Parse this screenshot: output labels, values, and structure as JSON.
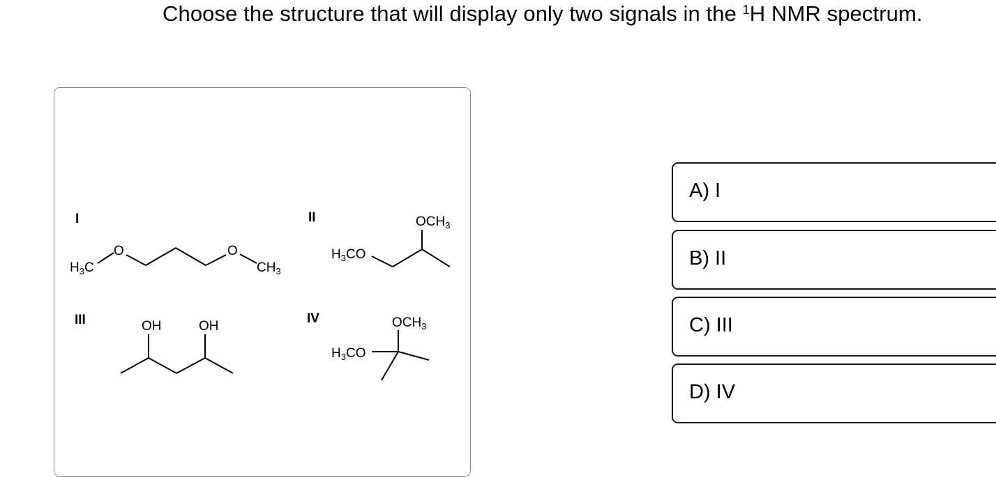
{
  "question": {
    "text_before": "Choose the structure that will display only two signals in the ",
    "sup": "1",
    "text_after": "H NMR spectrum."
  },
  "structures": [
    {
      "label": "I",
      "atoms": [
        "H3C",
        "O",
        "O",
        "CH3"
      ]
    },
    {
      "label": "II",
      "atoms": [
        "OCH3",
        "H3CO"
      ]
    },
    {
      "label": "III",
      "atoms": [
        "OH",
        "OH"
      ]
    },
    {
      "label": "IV",
      "atoms": [
        "OCH3",
        "H3CO"
      ]
    }
  ],
  "choices": [
    {
      "label": "A) I"
    },
    {
      "label": "B) II"
    },
    {
      "label": "C) III"
    },
    {
      "label": "D) IV"
    }
  ]
}
